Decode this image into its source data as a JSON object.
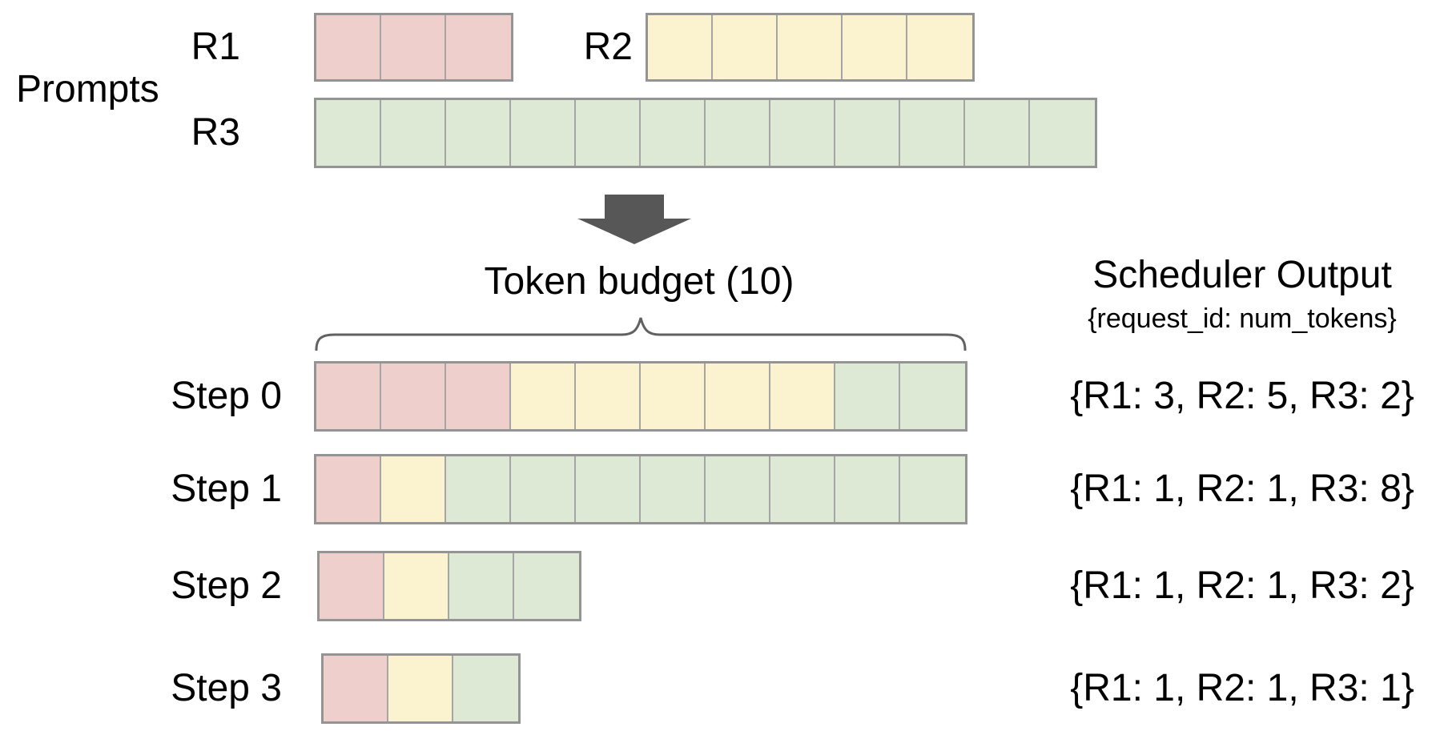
{
  "colors": {
    "pink": "#eecfcb",
    "yellow": "#fbf2d0",
    "green": "#dde9d5",
    "cell_border": "#a5a5a5",
    "bar_border": "#949494",
    "arrow": "#575757",
    "brace": "#616161",
    "text": "#000000"
  },
  "prompts": {
    "section_label": "Prompts",
    "rows": [
      {
        "label": "R1",
        "cells": [
          "pink",
          "pink",
          "pink"
        ]
      },
      {
        "label": "R2",
        "cells": [
          "yellow",
          "yellow",
          "yellow",
          "yellow",
          "yellow"
        ]
      },
      {
        "label": "R3",
        "cells": [
          "green",
          "green",
          "green",
          "green",
          "green",
          "green",
          "green",
          "green",
          "green",
          "green",
          "green",
          "green"
        ]
      }
    ]
  },
  "token_budget": {
    "label": "Token budget (10)",
    "value": 10
  },
  "scheduler_output": {
    "title": "Scheduler Output",
    "subtitle": "{request_id: num_tokens}"
  },
  "steps": [
    {
      "label": "Step 0",
      "cells": [
        "pink",
        "pink",
        "pink",
        "yellow",
        "yellow",
        "yellow",
        "yellow",
        "yellow",
        "green",
        "green"
      ],
      "output": "{R1: 3, R2: 5, R3: 2}"
    },
    {
      "label": "Step 1",
      "cells": [
        "pink",
        "yellow",
        "green",
        "green",
        "green",
        "green",
        "green",
        "green",
        "green",
        "green"
      ],
      "output": "{R1: 1, R2: 1, R3: 8}"
    },
    {
      "label": "Step 2",
      "cells": [
        "pink",
        "yellow",
        "green",
        "green"
      ],
      "output": "{R1: 1, R2: 1, R3: 2}"
    },
    {
      "label": "Step 3",
      "cells": [
        "pink",
        "yellow",
        "green"
      ],
      "output": "{R1: 1, R2: 1, R3: 1}"
    }
  ]
}
